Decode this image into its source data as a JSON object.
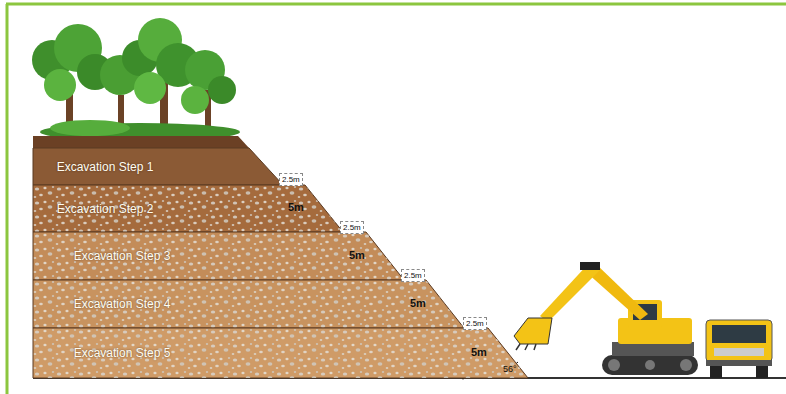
{
  "diagram": {
    "nodes": [
      {
        "text": [
          "Excavation Step 1"
        ]
      },
      {
        "text": [
          "Excavation Step 2"
        ]
      },
      {
        "text": [
          "Excavation Step 3"
        ]
      },
      {
        "text": [
          "Excavation Step 4"
        ]
      },
      {
        "text": [
          "Excavation Step 5"
        ]
      }
    ],
    "labels": [
      "2.5m",
      "5m",
      "2.5m",
      "5m",
      "2.5m",
      "5m",
      "2.5m",
      "5m",
      "56°"
    ]
  }
}
